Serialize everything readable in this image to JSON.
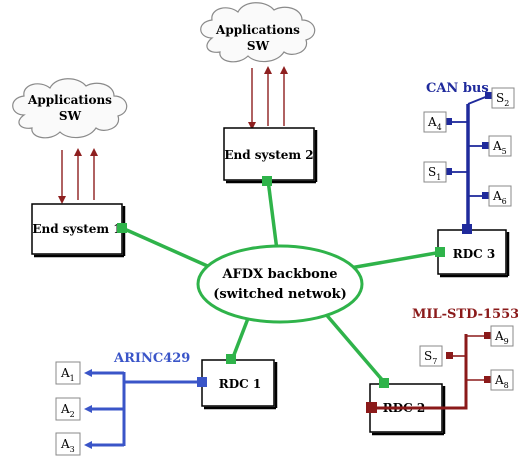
{
  "cloud_left": {
    "line1": "Applications",
    "line2": "SW"
  },
  "cloud_top": {
    "line1": "Applications",
    "line2": "SW"
  },
  "end_system_1": "End system 1",
  "end_system_2": "End system 2",
  "backbone": {
    "line1": "AFDX backbone",
    "line2": "(switched netwok)"
  },
  "rdc1": "RDC 1",
  "rdc2": "RDC 2",
  "rdc3": "RDC 3",
  "bus_can": "CAN bus",
  "bus_mil": "MIL-STD-1553",
  "bus_arinc": "ARINC429",
  "can_devices": [
    {
      "letter": "S",
      "sub": "2"
    },
    {
      "letter": "A",
      "sub": "4"
    },
    {
      "letter": "A",
      "sub": "5"
    },
    {
      "letter": "S",
      "sub": "1"
    },
    {
      "letter": "A",
      "sub": "6"
    }
  ],
  "mil_devices": [
    {
      "letter": "A",
      "sub": "9"
    },
    {
      "letter": "S",
      "sub": "7"
    },
    {
      "letter": "A",
      "sub": "8"
    }
  ],
  "arinc_devices": [
    {
      "letter": "A",
      "sub": "1"
    },
    {
      "letter": "A",
      "sub": "2"
    },
    {
      "letter": "A",
      "sub": "3"
    }
  ],
  "colors": {
    "green": "#2fb34a",
    "blue": "#1f2a9c",
    "arinc_blue": "#3a55c8",
    "dark_red": "#8b1a1a",
    "arrow_red": "#8e1f1f"
  }
}
